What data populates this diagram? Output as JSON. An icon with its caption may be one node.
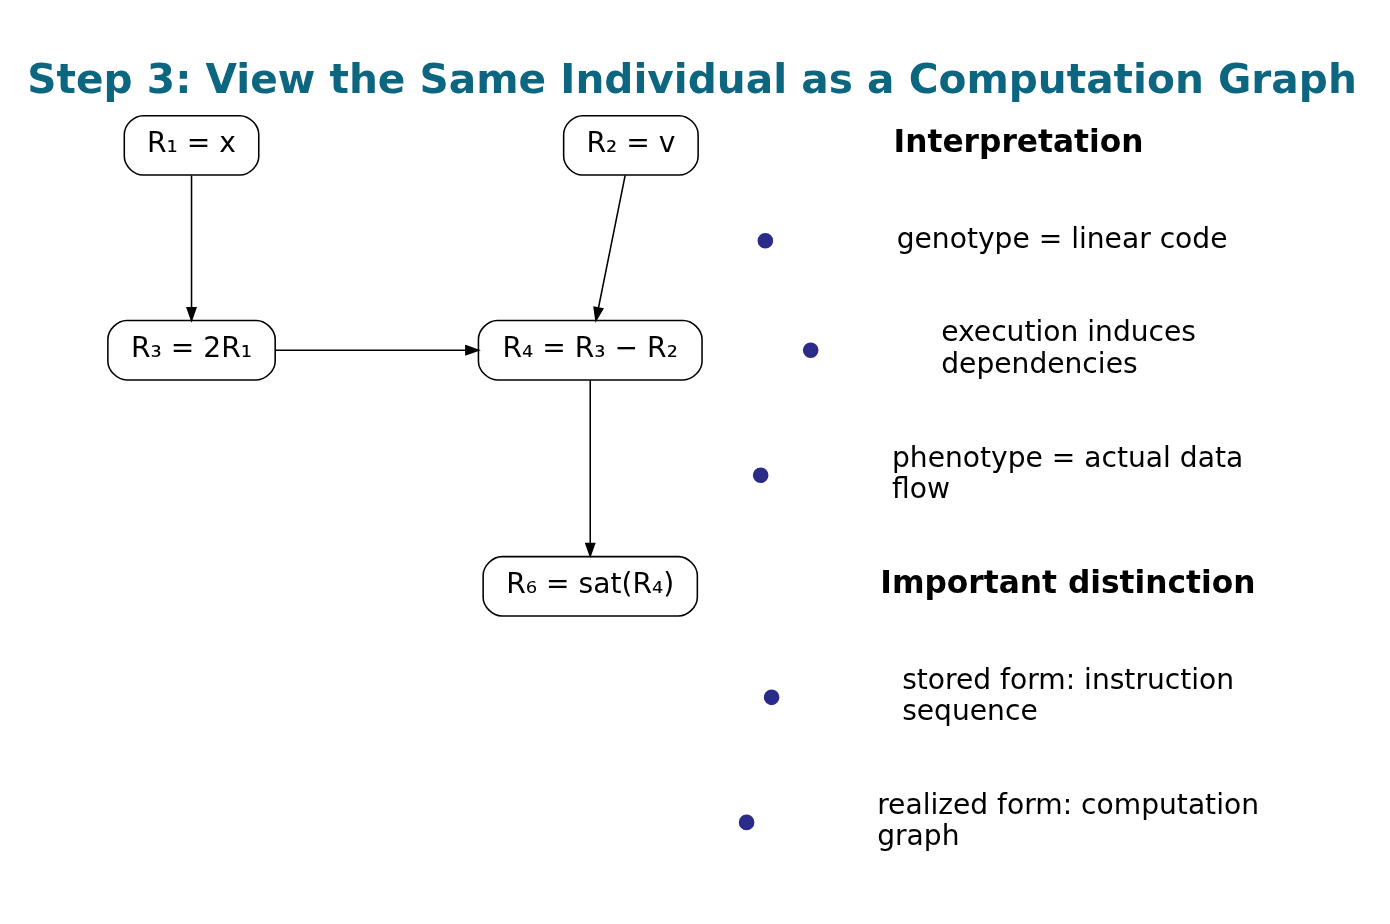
{
  "diagram": {
    "title": "Step 3: View the Same Individual as a Computation Graph",
    "nodes": [
      {
        "text": [
          "R₁ = x"
        ]
      },
      {
        "text": [
          "R₂ = v"
        ]
      },
      {
        "text": [
          "R₃ = 2R₁"
        ]
      },
      {
        "text": [
          "R₄ = R₃ − R₂"
        ]
      },
      {
        "text": [
          "R₆ = sat(R₄)"
        ]
      }
    ],
    "edges": [
      {
        "from": 0,
        "to": 2,
        "arrow": "to"
      },
      {
        "from": 1,
        "to": 3,
        "arrow": "to"
      },
      {
        "from": 2,
        "to": 3,
        "arrow": "to"
      },
      {
        "from": 3,
        "to": 4,
        "arrow": "to"
      }
    ],
    "labels": [
      "Interpretation",
      "genotype = linear code",
      "execution induces dependencies",
      "phenotype = actual data flow",
      "Important distinction",
      "stored form: instruction sequence",
      "realized form: computation graph"
    ]
  }
}
